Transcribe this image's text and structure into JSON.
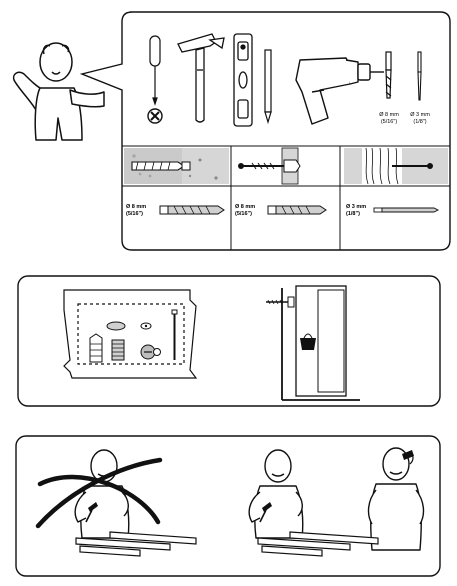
{
  "tools_panel": {
    "drill_bits": [
      {
        "size": "Ø 8 mm",
        "inch": "(5/16\")"
      },
      {
        "size": "Ø 3 mm",
        "inch": "(1/8\")"
      }
    ],
    "wall_types": [
      {
        "material": "concrete",
        "bit_size": "Ø 8 mm",
        "bit_inch": "(5/16\")"
      },
      {
        "material": "plasterboard",
        "bit_size": "Ø 8 mm",
        "bit_inch": "(5/16\")"
      },
      {
        "material": "wood",
        "bit_size": "Ø 3 mm",
        "bit_inch": "(1/8\")"
      }
    ],
    "tool_icons": [
      "screwdriver-icon",
      "no-phillips-icon",
      "hammer-icon",
      "spirit-level-icon",
      "pencil-icon",
      "power-drill-icon"
    ]
  },
  "hardware_panel": {
    "icons": [
      "fastener-bag-icon",
      "wall-plug-icon",
      "cam-lock-icon",
      "cap-icon",
      "bolt-icon",
      "wall-anchor-screw-icon",
      "cabinet-icon"
    ]
  },
  "people_panel": {
    "icons": [
      "alone-person-crossed-icon",
      "two-person-assembly-icon",
      "phone-icon"
    ]
  }
}
